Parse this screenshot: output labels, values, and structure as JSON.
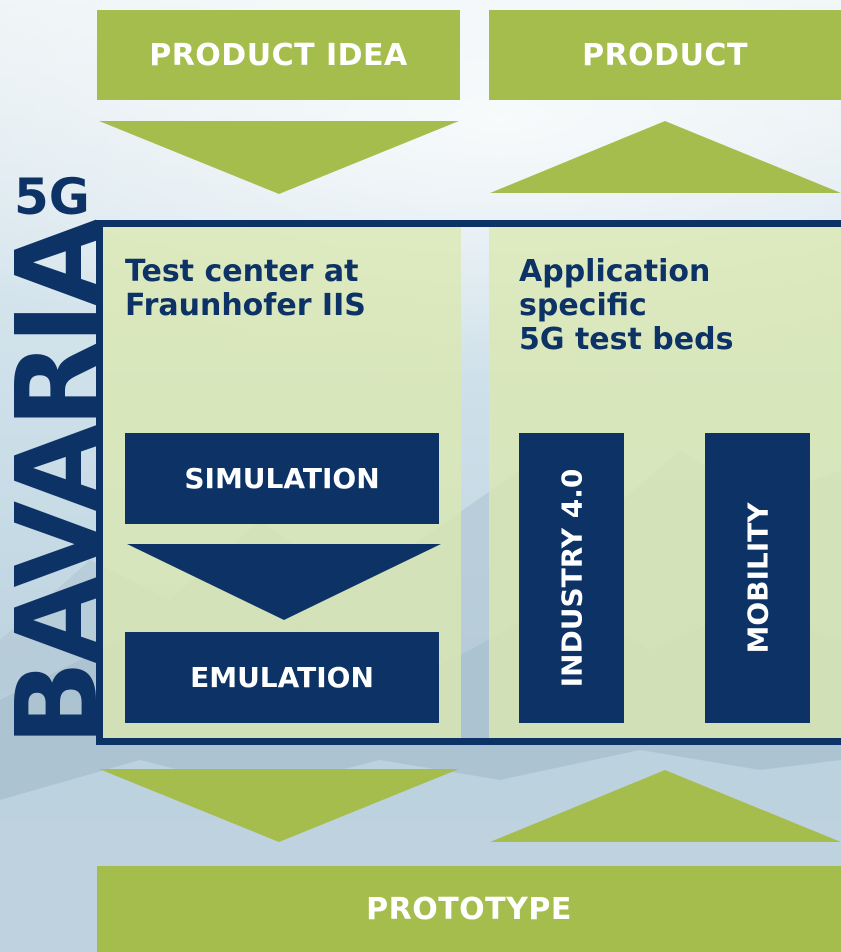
{
  "top": {
    "left_label": "PRODUCT IDEA",
    "right_label": "PRODUCT"
  },
  "bottom": {
    "label": "PROTOTYPE"
  },
  "logo": {
    "prefix": "5G",
    "word": "BAVARIA"
  },
  "left_panel": {
    "heading_lines": [
      "Test center at",
      "Fraunhofer IIS"
    ],
    "steps": [
      "SIMULATION",
      "EMULATION"
    ]
  },
  "right_panel": {
    "heading_lines": [
      "Application",
      "specific",
      "5G test beds"
    ],
    "testbeds": [
      "INDUSTRY 4.0",
      "MOBILITY"
    ]
  },
  "colors": {
    "navy": "#0d3266",
    "green": "#a5bd4c",
    "panel": "#dbe8b0"
  }
}
